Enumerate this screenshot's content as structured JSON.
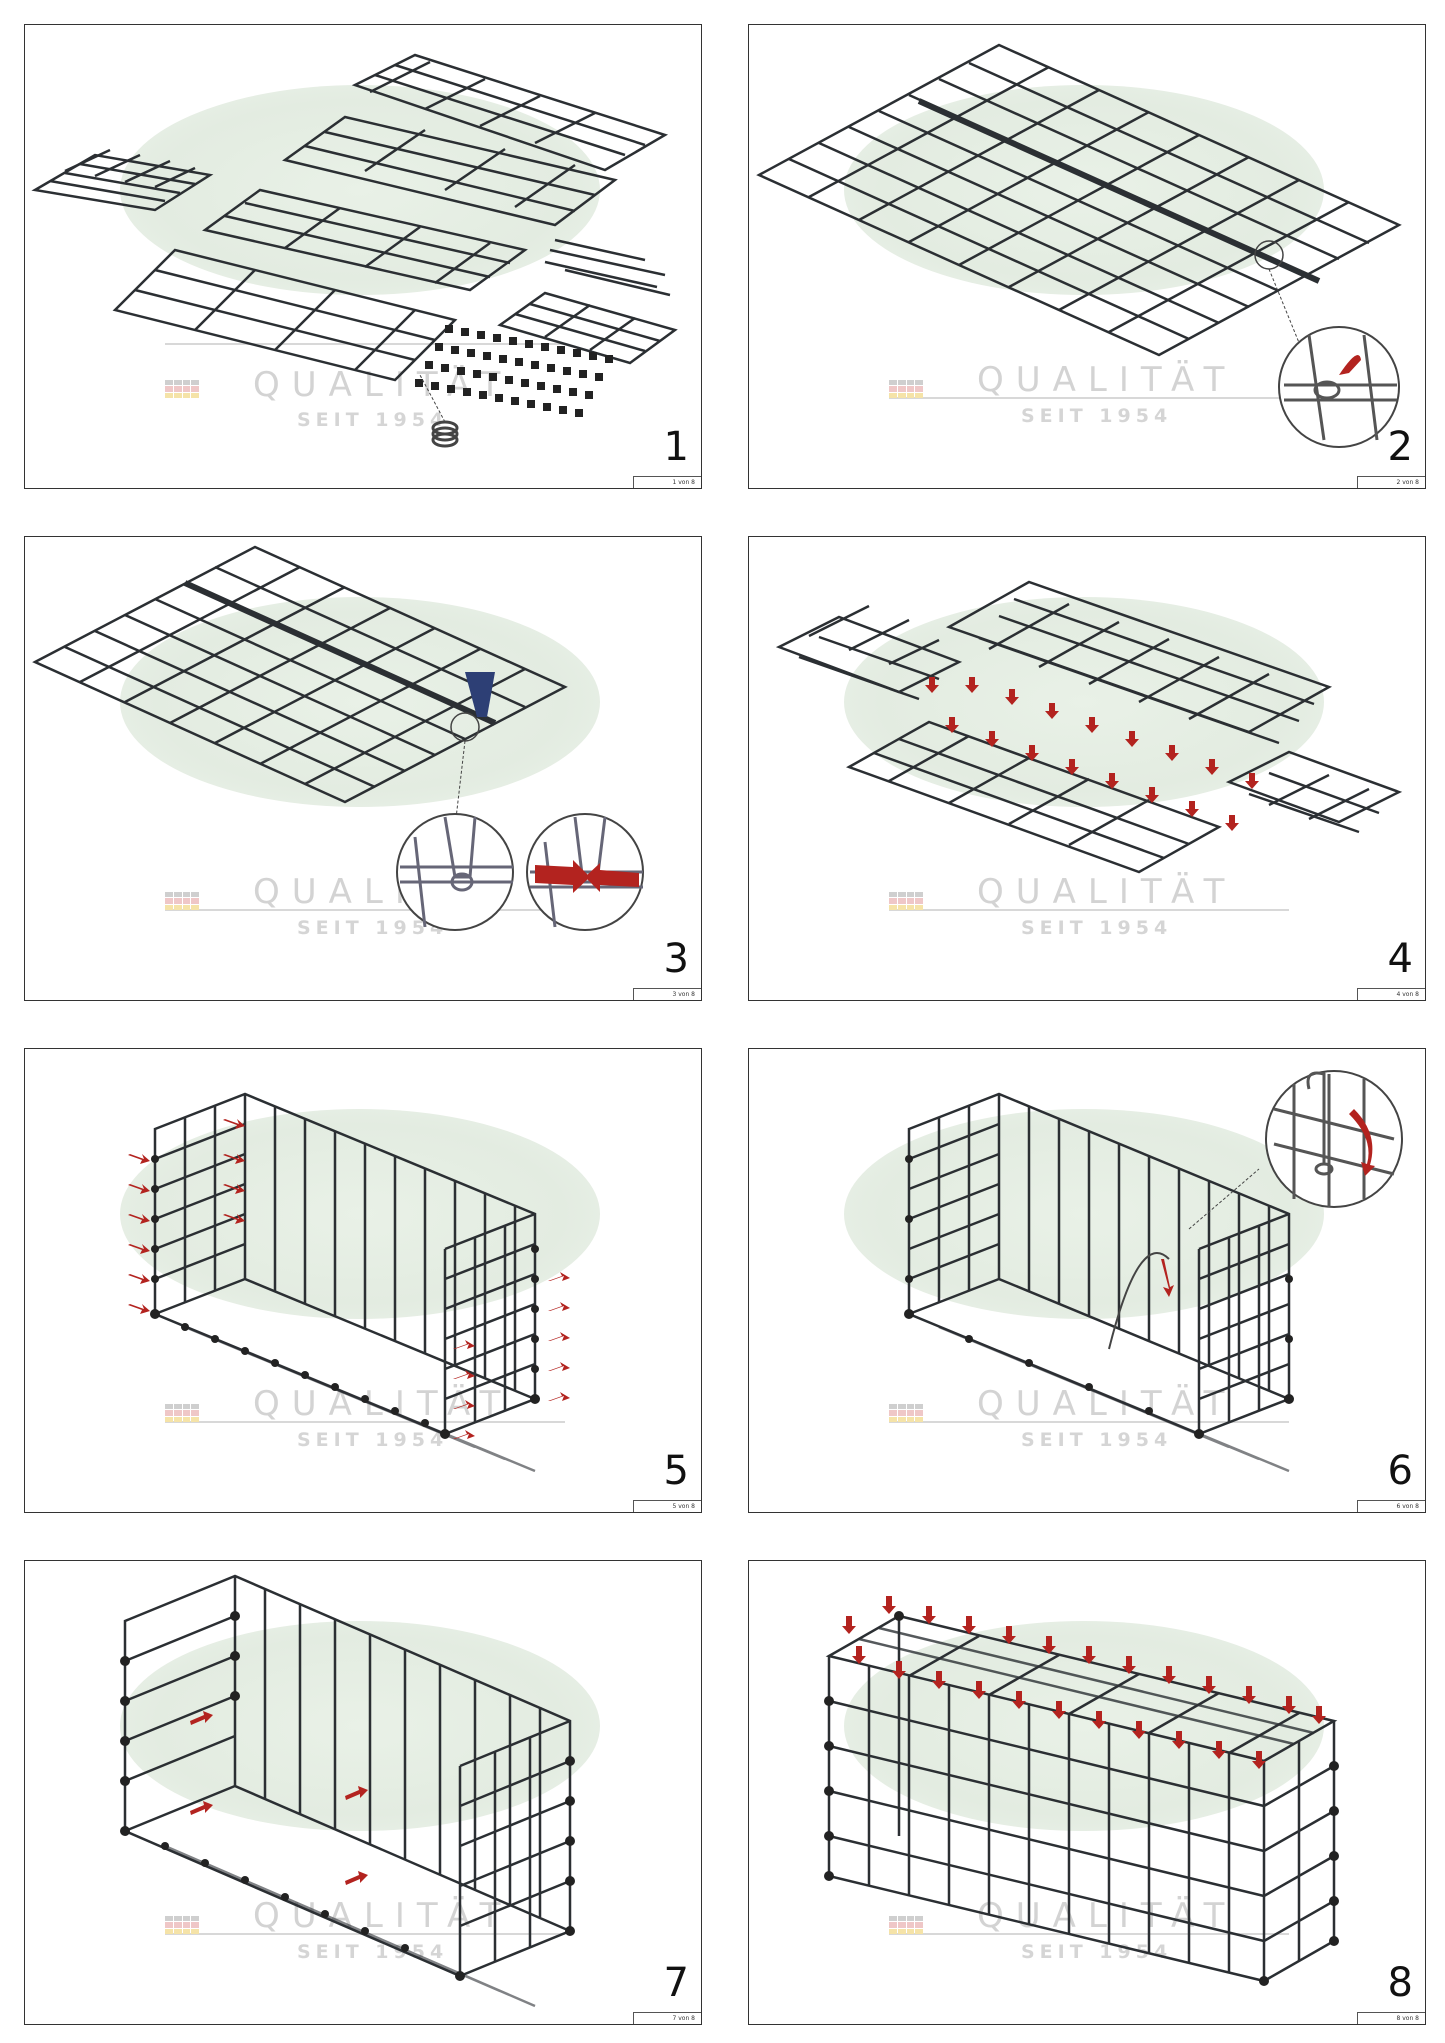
{
  "watermark": {
    "brand_text": "QUALITÄT",
    "since_text": "SEIT 1954"
  },
  "panels": [
    {
      "step": "1",
      "page": "1 von 8"
    },
    {
      "step": "2",
      "page": "2 von 8"
    },
    {
      "step": "3",
      "page": "3 von 8"
    },
    {
      "step": "4",
      "page": "4 von 8"
    },
    {
      "step": "5",
      "page": "5 von 8"
    },
    {
      "step": "6",
      "page": "6 von 8"
    },
    {
      "step": "7",
      "page": "7 von 8"
    },
    {
      "step": "8",
      "page": "8 von 8"
    }
  ],
  "colors": {
    "wire": "#2b2f33",
    "arrow": "#b3231f",
    "tool_handle": "#2d3f75"
  }
}
